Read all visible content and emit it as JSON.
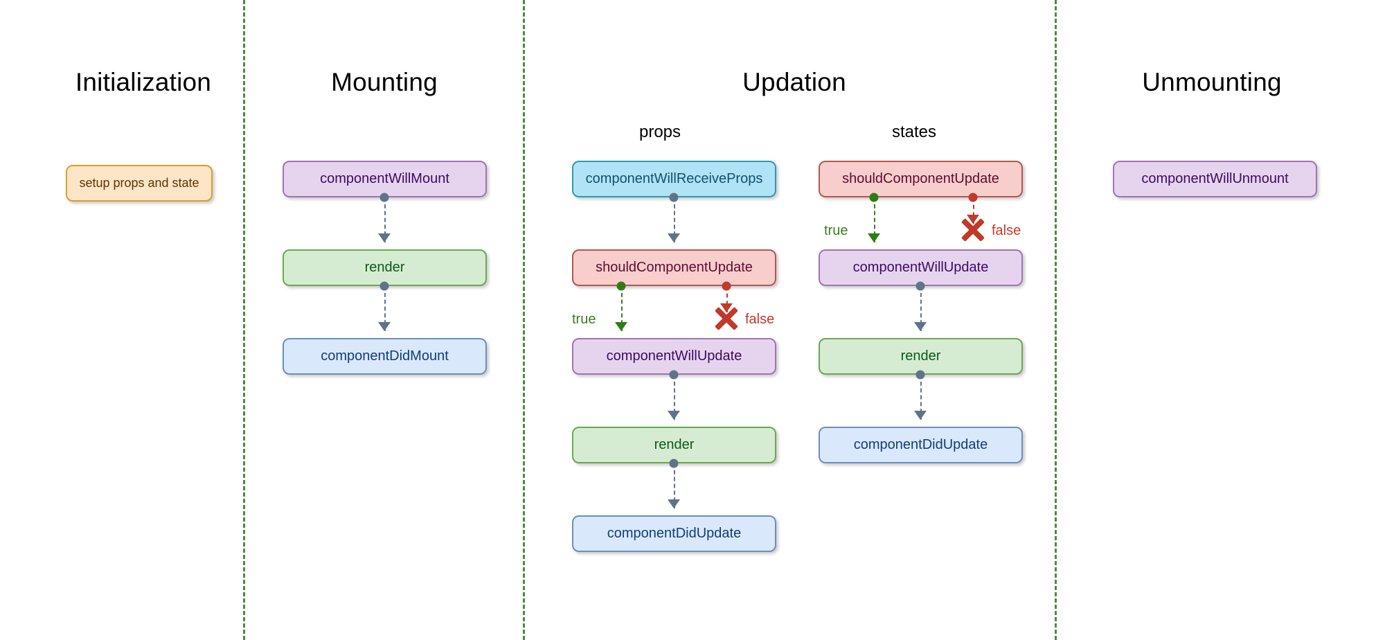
{
  "diagram": {
    "title_initialization": "Initialization",
    "title_mounting": "Mounting",
    "title_updation": "Updation",
    "title_unmounting": "Unmounting",
    "subtitle_props": "props",
    "subtitle_states": "states",
    "label_true": "true",
    "label_false": "false",
    "colors": {
      "divider": "#4e8a3f",
      "purple_fill": "#e6d4ee",
      "purple_stroke": "#9f73b5",
      "green_fill": "#d6ecd2",
      "green_stroke": "#6aa84f",
      "blue_fill": "#dae8fc",
      "blue_stroke": "#6c8ebf",
      "cyan_fill": "#b0e3f6",
      "cyan_stroke": "#2e9ab5",
      "red_fill": "#f8cecc",
      "red_stroke": "#b85450",
      "orange_fill": "#fde5c8",
      "orange_stroke": "#d6a02a",
      "true_branch": "#3c7d22",
      "false_branch": "#c0392b",
      "connector": "#5f7488"
    }
  },
  "initialization": {
    "nodes": [
      {
        "label": "setup props and state",
        "color": "orange"
      }
    ]
  },
  "mounting": {
    "nodes": [
      {
        "label": "componentWillMount",
        "color": "purple"
      },
      {
        "label": "render",
        "color": "green"
      },
      {
        "label": "componentDidMount",
        "color": "blue"
      }
    ]
  },
  "updation_props": {
    "nodes": [
      {
        "label": "componentWillReceiveProps",
        "color": "cyan"
      },
      {
        "label": "shouldComponentUpdate",
        "color": "red"
      },
      {
        "label": "componentWillUpdate",
        "color": "purple"
      },
      {
        "label": "render",
        "color": "green"
      },
      {
        "label": "componentDidUpdate",
        "color": "blue"
      }
    ]
  },
  "updation_states": {
    "nodes": [
      {
        "label": "shouldComponentUpdate",
        "color": "red"
      },
      {
        "label": "componentWillUpdate",
        "color": "purple"
      },
      {
        "label": "render",
        "color": "green"
      },
      {
        "label": "componentDidUpdate",
        "color": "blue"
      }
    ]
  },
  "unmounting": {
    "nodes": [
      {
        "label": "componentWillUnmount",
        "color": "purple"
      }
    ]
  }
}
